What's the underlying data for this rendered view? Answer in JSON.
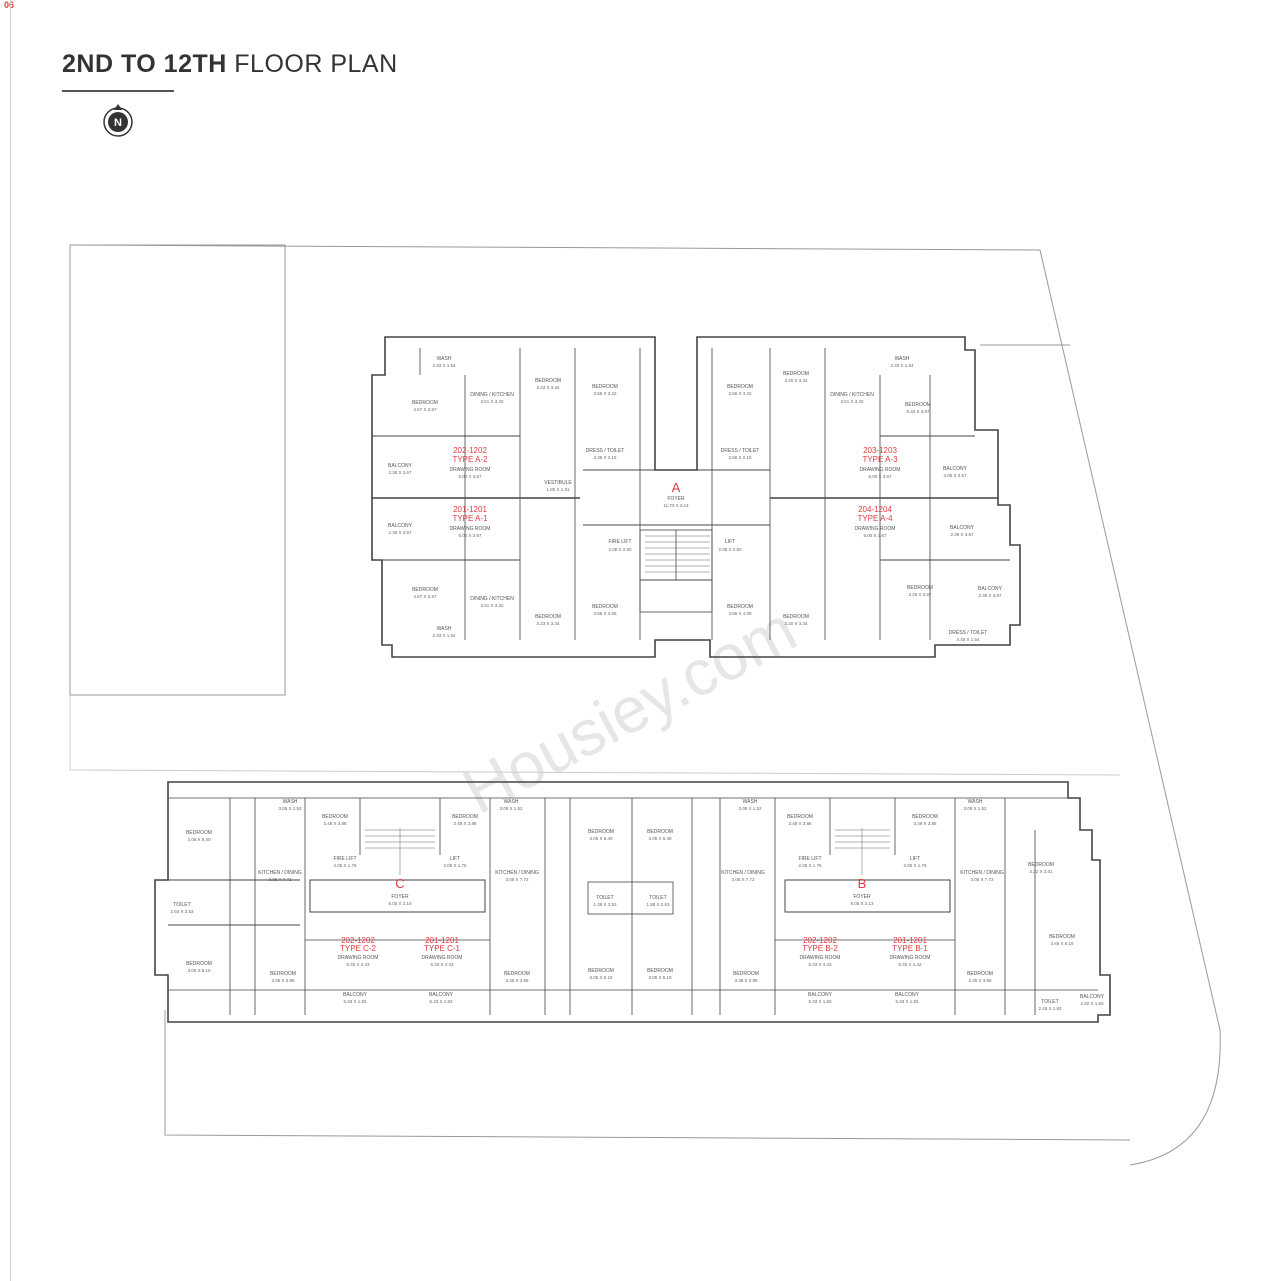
{
  "page": {
    "number": "06"
  },
  "header": {
    "title_bold": "2ND TO 12TH",
    "title_light": "FLOOR PLAN"
  },
  "compass": {
    "label": "N"
  },
  "watermark": "Housiey.com",
  "tower_top": {
    "core": {
      "label": "A",
      "foyer": "FOYER",
      "foyer_dim": "11.73 X 3.14",
      "fire_lift": "FIRE LIFT",
      "fire_lift_dim": "2.08 X 2.50",
      "lift": "LIFT",
      "lift_dim": "2.08 X 2.50"
    },
    "units": [
      {
        "nums": "202-1202",
        "type": "TYPE A-2",
        "room": "DRAWING ROOM",
        "dim": "6.00 X 3.67"
      },
      {
        "nums": "201-1201",
        "type": "TYPE A-1",
        "room": "DRAWING ROOM",
        "dim": "6.00 X 3.67"
      },
      {
        "nums": "203-1203",
        "type": "TYPE A-3",
        "room": "DRAWING ROOM",
        "dim": "6.00 X 3.67"
      },
      {
        "nums": "204-1204",
        "type": "TYPE A-4",
        "room": "DRAWING ROOM",
        "dim": "6.00 X 3.67"
      }
    ],
    "rooms": [
      {
        "name": "WASH",
        "dim": "2.33 X 1.54"
      },
      {
        "name": "DINING / KITCHEN",
        "dim": "3.51 X 3.32"
      },
      {
        "name": "BEDROOM",
        "dim": "3.23 X 3.34"
      },
      {
        "name": "BEDROOM",
        "dim": "3.66 X 3.22"
      },
      {
        "name": "BEDROOM",
        "dim": "4.67 X 3.67"
      },
      {
        "name": "BALCONY",
        "dim": "2.36 X 3.67"
      },
      {
        "name": "DRESS / TOILET",
        "dim": "3.36 X 2.15"
      },
      {
        "name": "VESTIBULE",
        "dim": "1.85 X 1.91"
      },
      {
        "name": "BALCONY",
        "dim": "2.36 X 3.67"
      },
      {
        "name": "BEDROOM",
        "dim": "4.67 X 3.67"
      },
      {
        "name": "DINING / KITCHEN",
        "dim": "3.51 X 3.32"
      },
      {
        "name": "BEDROOM",
        "dim": "3.23 X 3.34"
      },
      {
        "name": "BEDROOM",
        "dim": "3.66 X 4.08"
      },
      {
        "name": "WASH",
        "dim": "2.33 X 1.54"
      },
      {
        "name": "BEDROOM",
        "dim": "3.66 X 3.22"
      },
      {
        "name": "BEDROOM",
        "dim": "3.20 X 3.34"
      },
      {
        "name": "WASH",
        "dim": "2.33 X 1.54"
      },
      {
        "name": "DINING / KITCHEN",
        "dim": "3.51 X 3.32"
      },
      {
        "name": "BEDROOM",
        "dim": "5.34 X 3.67"
      },
      {
        "name": "BALCONY",
        "dim": "3.05 X 3.67"
      },
      {
        "name": "DRESS / TOILET",
        "dim": "3.66 X 2.15"
      },
      {
        "name": "BALCONY",
        "dim": "2.36 X 3.67"
      },
      {
        "name": "BEDROOM",
        "dim": "3.25 X 3.67"
      },
      {
        "name": "BALCONY",
        "dim": "2.36 X 3.67"
      },
      {
        "name": "BEDROOM",
        "dim": "3.20 X 3.34"
      },
      {
        "name": "BEDROOM",
        "dim": "3.66 X 4.08"
      },
      {
        "name": "DRESS / TOILET",
        "dim": "4.40 X 1.54"
      }
    ]
  },
  "tower_bottom": {
    "cores": [
      {
        "label": "C",
        "foyer": "FOYER",
        "foyer_dim": "8.05 X 2.10",
        "fire_lift": "FIRE LIFT",
        "fire_lift_dim": "2.05 X 1.76",
        "lift": "LIFT",
        "lift_dim": "2.05 X 1.76"
      },
      {
        "label": "B",
        "foyer": "FOYER",
        "foyer_dim": "8.05 X 2.13",
        "fire_lift": "FIRE LIFT",
        "fire_lift_dim": "2.05 X 1.76",
        "lift": "LIFT",
        "lift_dim": "2.05 X 1.76"
      }
    ],
    "units": [
      {
        "nums": "202-1202",
        "type": "TYPE C-2",
        "room": "DRAWING ROOM",
        "dim": "5.33 X 4.43"
      },
      {
        "nums": "201-1201",
        "type": "TYPE C-1",
        "room": "DRAWING ROOM",
        "dim": "5.33 X 4.43"
      },
      {
        "nums": "202-1202",
        "type": "TYPE B-2",
        "room": "DRAWING ROOM",
        "dim": "5.33 X 4.43"
      },
      {
        "nums": "201-1201",
        "type": "TYPE B-1",
        "room": "DRAWING ROOM",
        "dim": "5.33 X 4.42"
      }
    ],
    "rooms": [
      {
        "name": "BEDROOM",
        "dim": "3.05 X 5.40"
      },
      {
        "name": "WASH",
        "dim": "3.05 X 1.52"
      },
      {
        "name": "BEDROOM",
        "dim": "3.48 X 3.86"
      },
      {
        "name": "KITCHEN / DINING",
        "dim": "3.05 X 7.72"
      },
      {
        "name": "TOILET",
        "dim": "2.54 X 2.53"
      },
      {
        "name": "BEDROOM",
        "dim": "3.05 X 5.10"
      },
      {
        "name": "BEDROOM",
        "dim": "3.35 X 3.86"
      },
      {
        "name": "BALCONY",
        "dim": "5.33 X 1.83"
      },
      {
        "name": "BEDROOM",
        "dim": "3.48 X 3.86"
      },
      {
        "name": "WASH",
        "dim": "3.05 X 1.52"
      },
      {
        "name": "KITCHEN / DINING",
        "dim": "3.05 X 7.72"
      },
      {
        "name": "BALCONY",
        "dim": "5.33 X 1.83"
      },
      {
        "name": "BEDROOM",
        "dim": "3.35 X 3.86"
      },
      {
        "name": "BEDROOM",
        "dim": "3.05 X 5.40"
      },
      {
        "name": "BEDROOM",
        "dim": "3.05 X 5.40"
      },
      {
        "name": "TOILET",
        "dim": "1.38 X 2.53"
      },
      {
        "name": "TOILET",
        "dim": "1.88 X 2.53"
      },
      {
        "name": "BEDROOM",
        "dim": "3.05 X 5.19"
      },
      {
        "name": "BEDROOM",
        "dim": "3.05 X 5.19"
      },
      {
        "name": "WASH",
        "dim": "3.05 X 1.52"
      },
      {
        "name": "BEDROOM",
        "dim": "3.48 X 3.86"
      },
      {
        "name": "KITCHEN / DINING",
        "dim": "3.05 X 7.72"
      },
      {
        "name": "BEDROOM",
        "dim": "3.35 X 3.86"
      },
      {
        "name": "BALCONY",
        "dim": "5.33 X 1.83"
      },
      {
        "name": "BEDROOM",
        "dim": "3.48 X 3.86"
      },
      {
        "name": "WASH",
        "dim": "3.05 X 1.52"
      },
      {
        "name": "KITCHEN / DINING",
        "dim": "3.05 X 7.72"
      },
      {
        "name": "BALCONY",
        "dim": "5.33 X 1.83"
      },
      {
        "name": "BEDROOM",
        "dim": "3.35 X 3.86"
      },
      {
        "name": "BEDROOM",
        "dim": "4.22 X 3.61"
      },
      {
        "name": "BEDROOM",
        "dim": "3.46 X 5.19"
      },
      {
        "name": "TOILET",
        "dim": "2.45 X 1.82"
      },
      {
        "name": "BALCONY",
        "dim": "2.92 X 1.83"
      }
    ]
  }
}
